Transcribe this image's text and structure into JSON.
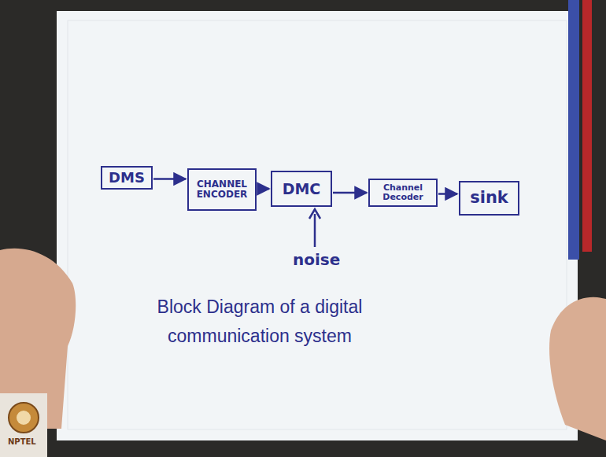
{
  "diagram": {
    "caption": "Block Diagram of a digital communication system",
    "nodes": [
      {
        "text": [
          "DMS"
        ]
      },
      {
        "text": [
          "CHANNEL ENCODER"
        ]
      },
      {
        "text": [
          "DMC"
        ]
      },
      {
        "text": [
          "Channel Decoder"
        ]
      },
      {
        "text": [
          "sink"
        ]
      }
    ],
    "edges": [
      {
        "from": 0,
        "to": 1,
        "arrow": "to"
      },
      {
        "from": 1,
        "to": 2,
        "arrow": "to"
      },
      {
        "from": 2,
        "to": 3,
        "arrow": "to"
      },
      {
        "from": 3,
        "to": 4,
        "arrow": "to"
      }
    ],
    "labels": [
      "noise",
      "NPTEL"
    ]
  }
}
